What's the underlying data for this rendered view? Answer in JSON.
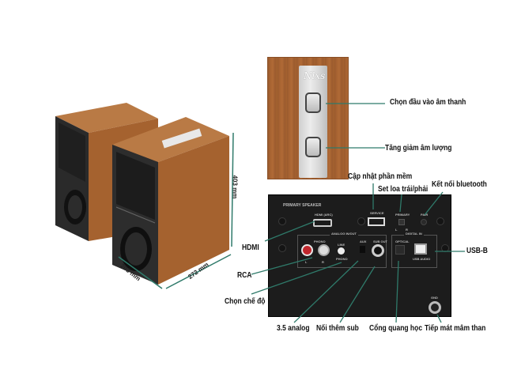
{
  "diagram": {
    "colors": {
      "callout_line": "#2f7a6a",
      "wood": "#a5622f",
      "back_panel": "#1c1c1c",
      "speaker_front": "#2a2a2a",
      "rca_red": "#c0272d"
    },
    "dimensions": {
      "height": "403 mm",
      "depth": "272 mm",
      "width": "203 mm"
    },
    "top_panel": {
      "logo": "Nlxs",
      "callouts": [
        {
          "id": "input-select",
          "label": "Chọn đầu vào âm thanh"
        },
        {
          "id": "volume",
          "label": "Tăng giảm âm lượng"
        }
      ]
    },
    "back_panel": {
      "title": "PRIMARY SPEAKER",
      "port_labels": {
        "hdmi": "HDMI (ARC)",
        "service": "SERVICE",
        "primary": "PRIMARY",
        "primary_l": "L",
        "primary_r": "R",
        "pair": "PAIR",
        "analog_group": "ANALOG IN/OUT",
        "phono": "PHONO",
        "line": "LINE",
        "phono_sw": "PHONO",
        "aux": "AUX",
        "sub_out": "SUB OUT",
        "digital_group": "DIGITAL IN",
        "optical": "OPTICAL",
        "usb_audio": "USB AUDIO",
        "gnd": "GND",
        "rca_l": "L",
        "rca_r": "R"
      },
      "callouts": [
        {
          "id": "service",
          "label": "Cập nhật phần mềm"
        },
        {
          "id": "primary",
          "label": "Set loa trái/phải"
        },
        {
          "id": "pair",
          "label": "Kết nối bluetooth"
        },
        {
          "id": "hdmi",
          "label": "HDMI"
        },
        {
          "id": "rca",
          "label": "RCA"
        },
        {
          "id": "mode",
          "label": "Chọn chế độ"
        },
        {
          "id": "usb-b",
          "label": "USB-B"
        },
        {
          "id": "aux",
          "label": "3.5 analog"
        },
        {
          "id": "sub",
          "label": "Nối thêm sub"
        },
        {
          "id": "optical",
          "label": "Cổng quang học"
        },
        {
          "id": "gnd",
          "label": "Tiếp mát mâm than"
        }
      ]
    }
  }
}
